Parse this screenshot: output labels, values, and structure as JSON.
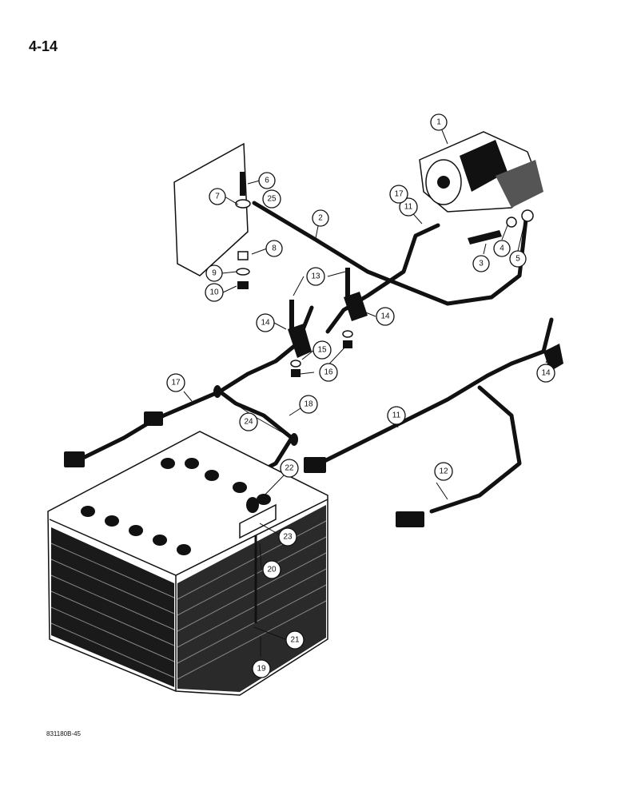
{
  "page": {
    "number": "4-14",
    "drawing_code": "831180B-45"
  },
  "callouts": [
    "1",
    "2",
    "3",
    "4",
    "5",
    "6",
    "7",
    "8",
    "9",
    "10",
    "11",
    "12",
    "13",
    "14",
    "15",
    "16",
    "17",
    "18",
    "19",
    "20",
    "21",
    "22",
    "23",
    "24",
    "25"
  ]
}
